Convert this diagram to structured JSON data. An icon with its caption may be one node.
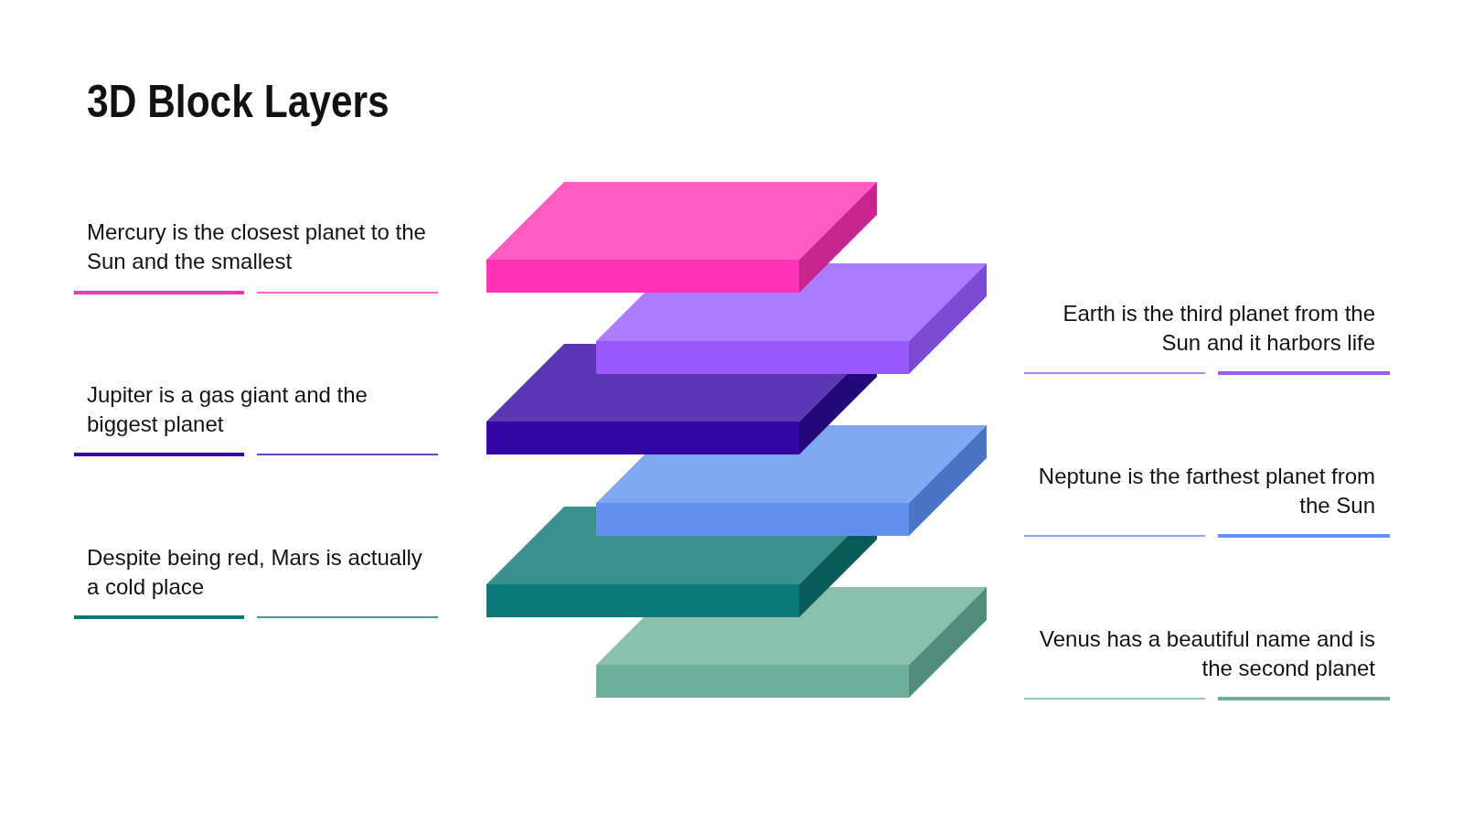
{
  "diagram": {
    "title": "3D Block Layers",
    "labels": [
      "Mercury is the closest planet to the Sun and the smallest",
      "Earth is the third planet from the Sun and it harbors life",
      "Jupiter is a gas giant and the biggest planet",
      "Neptune is the farthest planet from the Sun",
      "Despite being red, Mars is actually a cold place",
      "Venus has a beautiful name and is the second planet"
    ]
  }
}
